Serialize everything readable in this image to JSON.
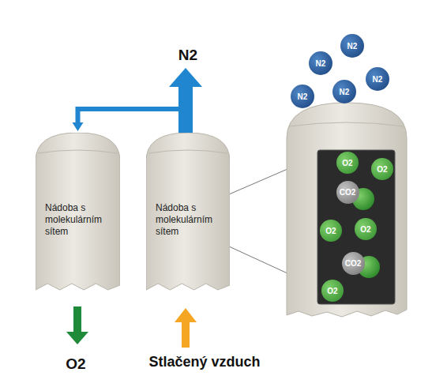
{
  "diagram": {
    "nodes": [
      {
        "text": [
          "Nádoba s molekulárním sítem"
        ]
      },
      {
        "text": [
          "Nádoba s molekulárním sítem"
        ]
      },
      {
        "text": [
          "N2"
        ]
      },
      {
        "text": [
          "N2"
        ]
      },
      {
        "text": [
          "N2"
        ]
      },
      {
        "text": [
          "N2"
        ]
      },
      {
        "text": [
          "N2"
        ]
      },
      {
        "text": [
          "O2"
        ]
      },
      {
        "text": [
          "CO2"
        ]
      },
      {
        "text": [
          "O2"
        ]
      },
      {
        "text": [
          "O2"
        ]
      },
      {
        "text": [
          "O2"
        ]
      },
      {
        "text": [
          "CO2"
        ]
      },
      {
        "text": [
          "O2"
        ]
      }
    ],
    "edges": [
      {
        "from": 1,
        "to": 0,
        "arrow": "to"
      }
    ],
    "labels": [
      "N2",
      "O2",
      "Stlačený vzduch"
    ]
  }
}
